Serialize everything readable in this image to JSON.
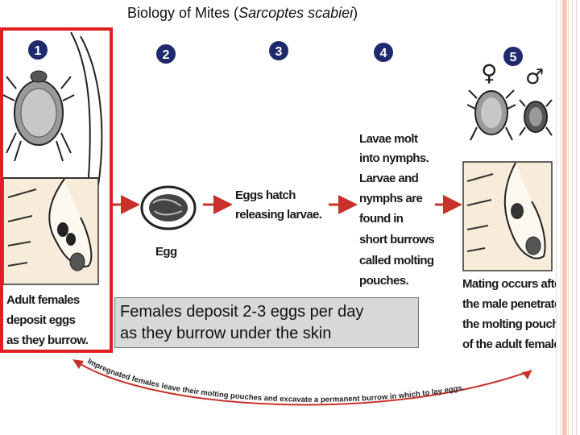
{
  "title": {
    "prefix": "Biology of Mites (",
    "species": "Sarcoptes scabiei",
    "suffix": ")"
  },
  "stages": [
    {
      "number": "1",
      "lines": [
        "Adult females",
        "deposit eggs",
        "as they burrow."
      ]
    },
    {
      "number": "2",
      "lines": [
        "Egg"
      ]
    },
    {
      "number": "3",
      "lines": [
        "Eggs hatch",
        "releasing larvae."
      ]
    },
    {
      "number": "4",
      "lines": [
        "Lavae molt",
        "into nymphs.",
        "Larvae and",
        "nymphs are",
        "found in",
        "short burrows",
        "called molting",
        "pouches."
      ]
    },
    {
      "number": "5",
      "lines": [
        "Mating occurs after",
        "the male penetrates",
        "the molting pouch",
        "of the adult female."
      ]
    }
  ],
  "sex_symbols": {
    "female": "♀",
    "male": "♂"
  },
  "return_arrow_text": "Impregnated females leave their molting pouches and excavate a permanent burrow in which to lay eggs.",
  "caption": {
    "line1": "Females deposit 2-3 eggs per day",
    "line2": "as they burrow under the skin"
  },
  "colors": {
    "stage_badge": "#1f2a6e",
    "arrow": "#c8322a",
    "highlight_border": "#e02020",
    "skin": "#f7ecd9",
    "caption_bg": "#d8d8d8"
  }
}
